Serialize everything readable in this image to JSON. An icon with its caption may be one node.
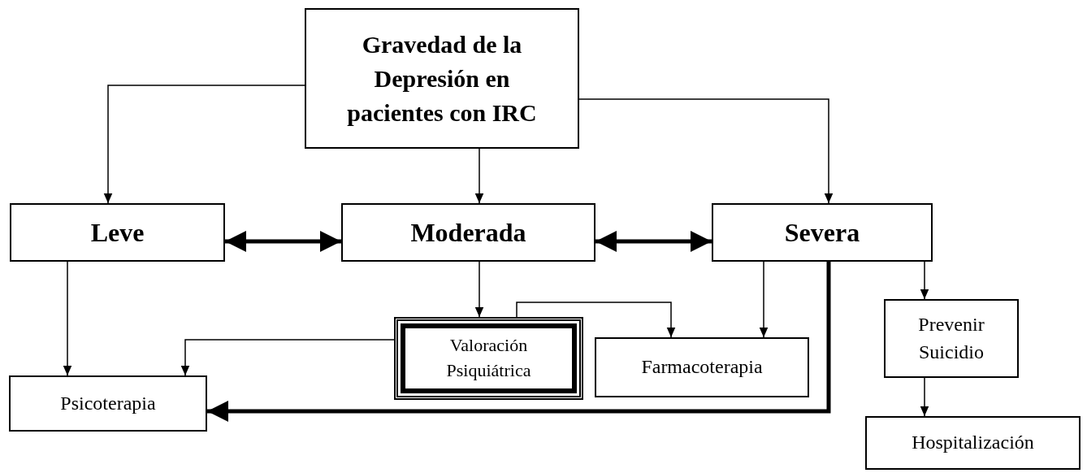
{
  "diagram": {
    "nodes": [
      {
        "text": [
          "Gravedad de la Depresión en pacientes con IRC"
        ]
      },
      {
        "text": [
          "Leve"
        ]
      },
      {
        "text": [
          "Moderada"
        ]
      },
      {
        "text": [
          "Severa"
        ]
      },
      {
        "text": [
          "Valoración Psiquiátrica"
        ]
      },
      {
        "text": [
          "Farmacoterapia"
        ]
      },
      {
        "text": [
          "Psicoterapia"
        ]
      },
      {
        "text": [
          "Prevenir Suicidio"
        ]
      },
      {
        "text": [
          "Hospitalización"
        ]
      }
    ],
    "edges": [
      {
        "from": 0,
        "to": 1,
        "arrow": "to"
      },
      {
        "from": 0,
        "to": 2,
        "arrow": "to"
      },
      {
        "from": 0,
        "to": 3,
        "arrow": "to"
      },
      {
        "from": 1,
        "to": 2,
        "arrow": "both",
        "style": "thick"
      },
      {
        "from": 2,
        "to": 3,
        "arrow": "both",
        "style": "thick"
      },
      {
        "from": 1,
        "to": 6,
        "arrow": "to"
      },
      {
        "from": 2,
        "to": 4,
        "arrow": "to"
      },
      {
        "from": 4,
        "to": 6,
        "arrow": "to"
      },
      {
        "from": 4,
        "to": 5,
        "arrow": "to"
      },
      {
        "from": 3,
        "to": 5,
        "arrow": "to"
      },
      {
        "from": 3,
        "to": 6,
        "arrow": "to",
        "style": "thick"
      },
      {
        "from": 3,
        "to": 7,
        "arrow": "to"
      },
      {
        "from": 7,
        "to": 8,
        "arrow": "to"
      }
    ]
  }
}
